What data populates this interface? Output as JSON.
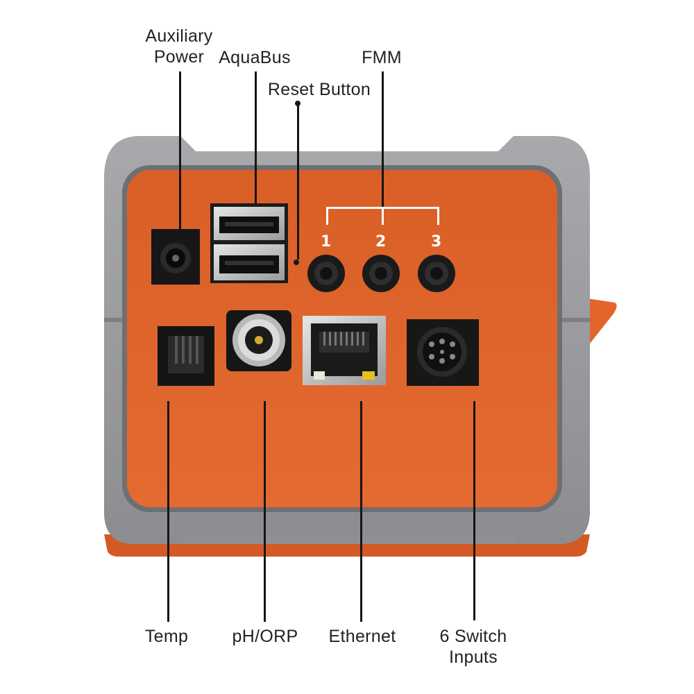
{
  "labels": {
    "aux_power_line1": "Auxiliary",
    "aux_power_line2": "Power",
    "aquabus": "AquaBus",
    "reset_button": "Reset Button",
    "fmm": "FMM",
    "temp": "Temp",
    "ph_orp": "pH/ORP",
    "ethernet": "Ethernet",
    "switch_line1": "6 Switch",
    "switch_line2": "Inputs"
  },
  "fmm_ports": [
    "1",
    "2",
    "3"
  ],
  "colors": {
    "housing_gray": "#9b9c9f",
    "panel_orange": "#e2652b",
    "port_black": "#151515"
  }
}
